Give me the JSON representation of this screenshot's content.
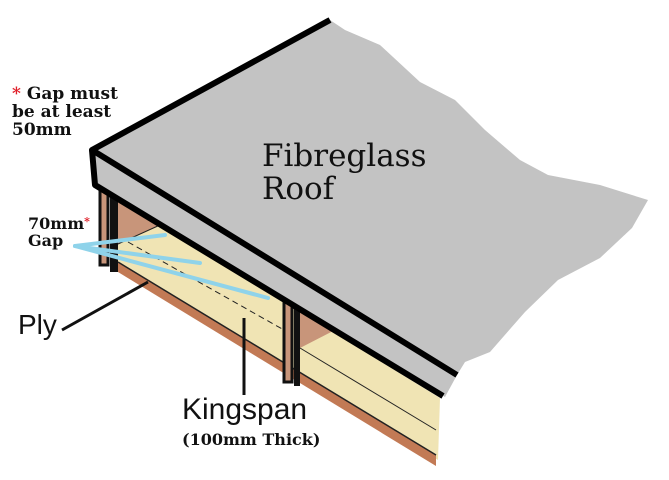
{
  "title": "Fibreglass Roof",
  "labels": {
    "roof_line1": "Fibreglass",
    "roof_line2": "Roof",
    "note_star": "*",
    "note_line1": "Gap must",
    "note_line2": "be at least",
    "note_line3": "50mm",
    "gap_line1": "70mm",
    "gap_star": "*",
    "gap_line2": "Gap",
    "ply": "Ply",
    "kingspan": "Kingspan",
    "kingspan_note": "(100mm Thick)"
  },
  "colors": {
    "roof": "#c3c3c3",
    "kingspan": "#f0e4b4",
    "timber": "#c8957a",
    "ply": "#c27a55",
    "pointer": "#8fd3ea",
    "asterisk": "#e0202a"
  }
}
